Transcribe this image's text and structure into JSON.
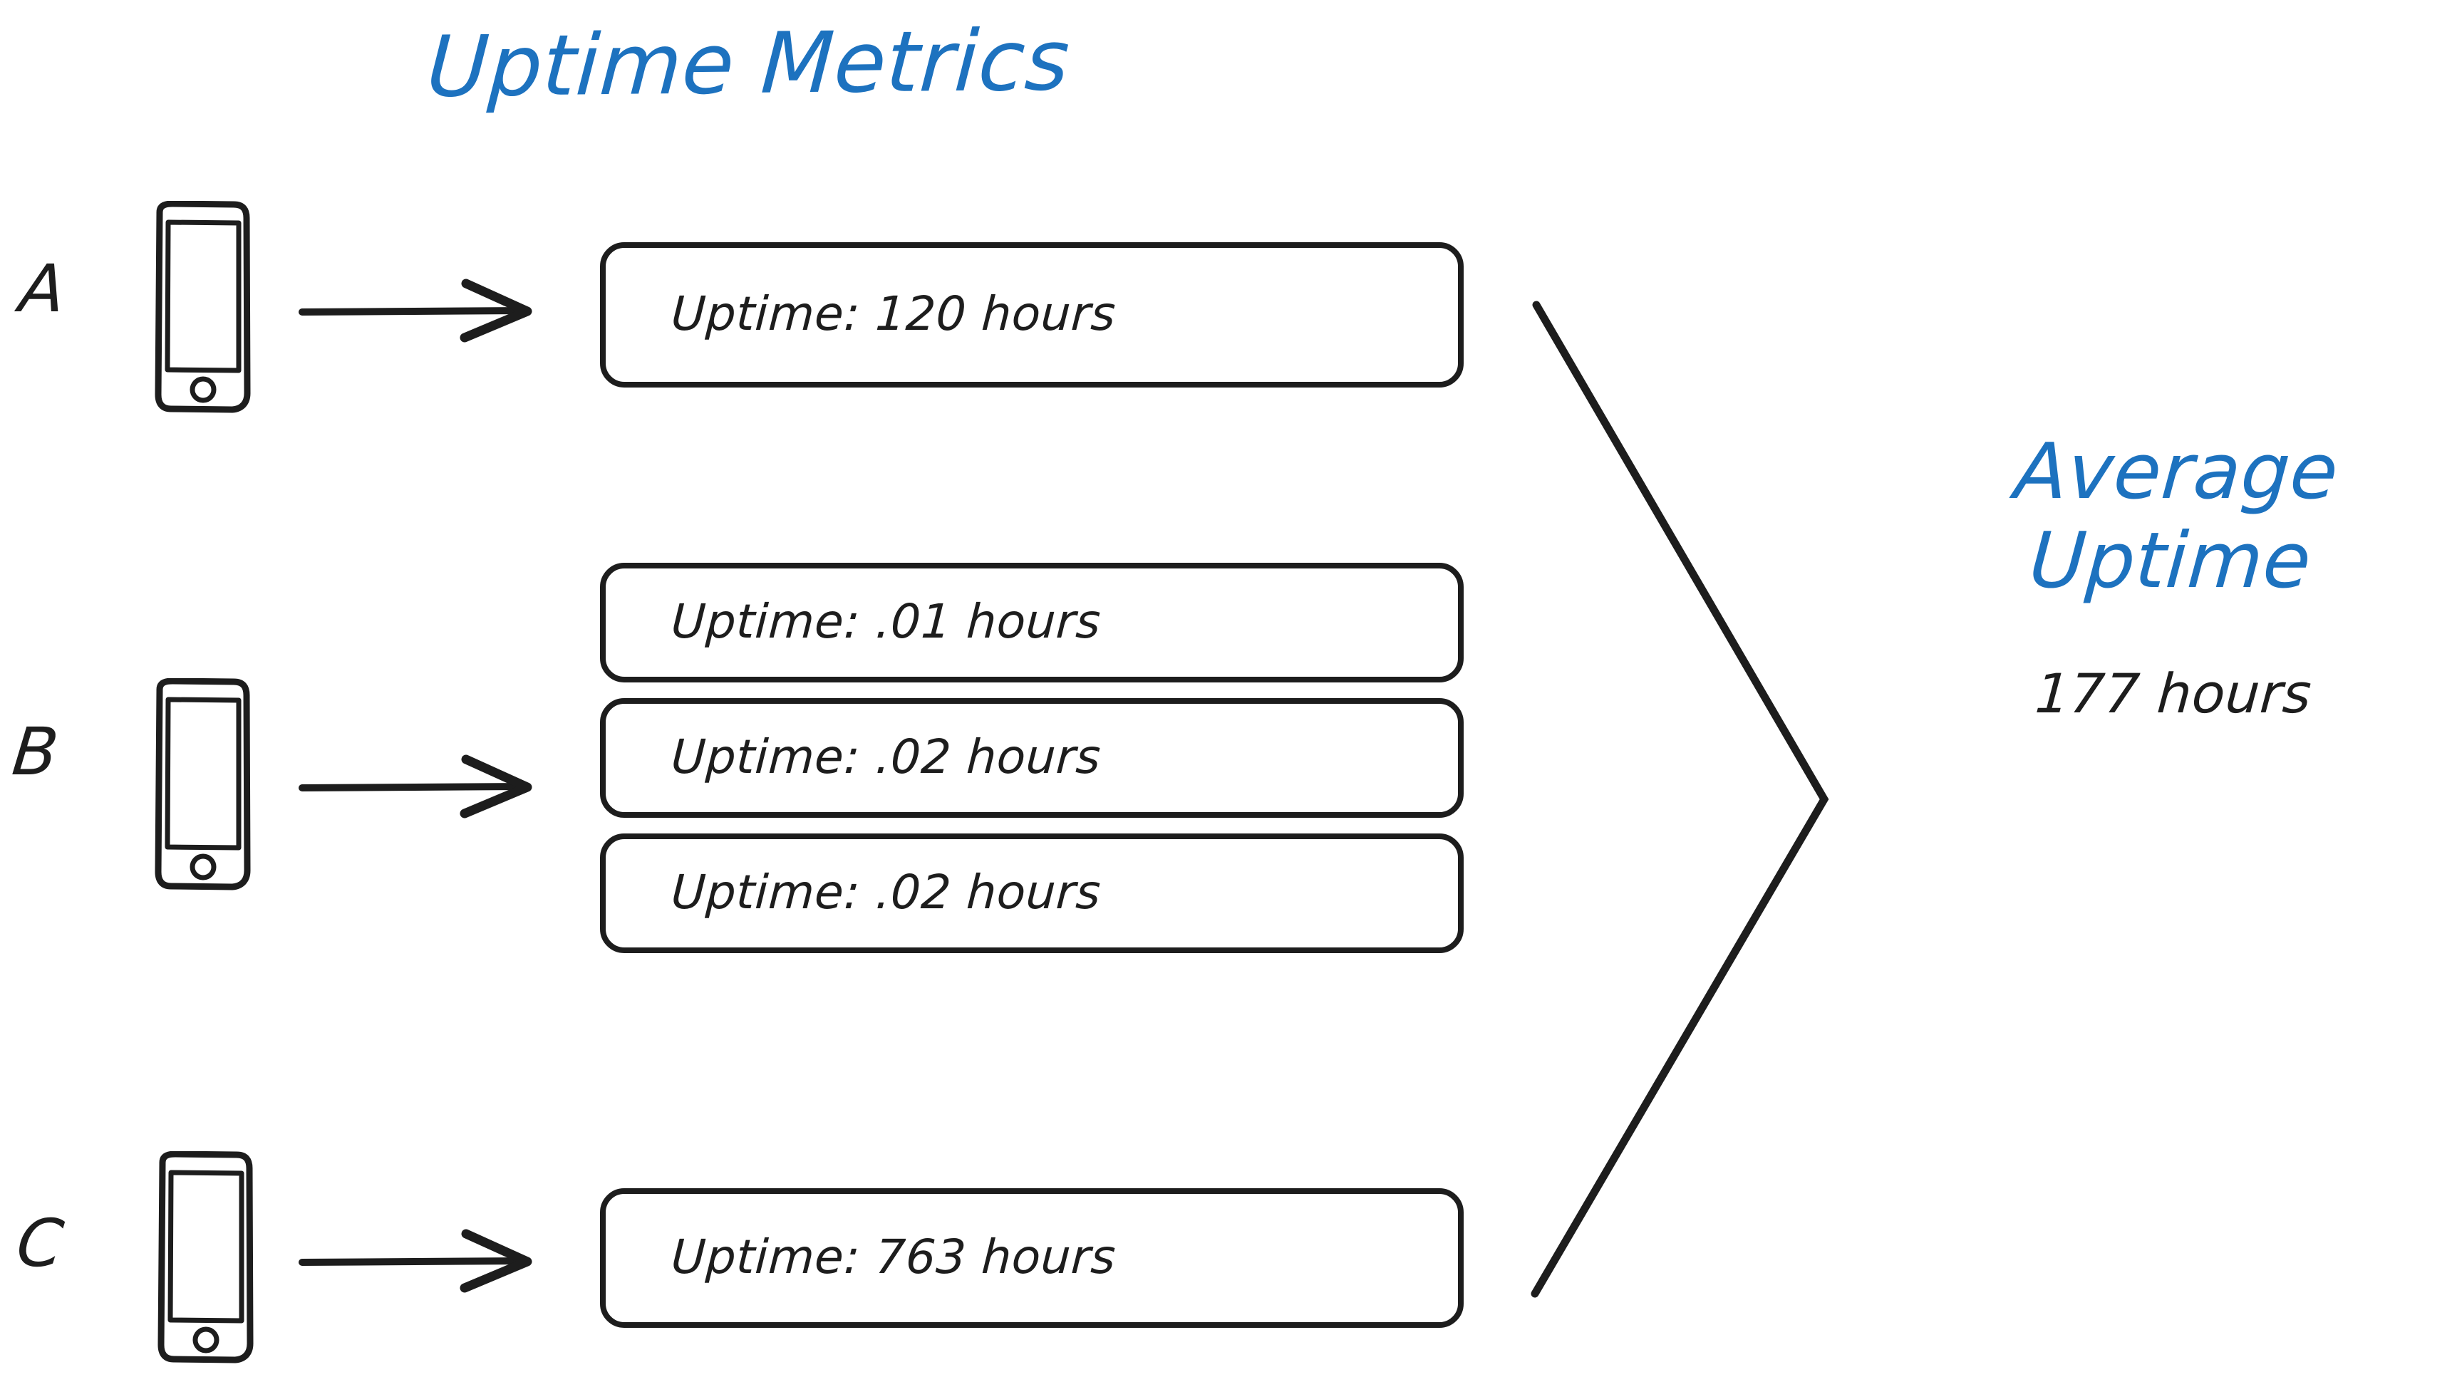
{
  "title": "Uptime Metrics",
  "colors": {
    "accent_blue": "#1d72bf",
    "ink_black": "#1d1d1d",
    "background": "#ffffff"
  },
  "devices": [
    {
      "label": "A",
      "icon": "mobile-phone-icon",
      "arrow": "arrow-right-icon",
      "metrics": [
        {
          "text": "Uptime: 120 hours",
          "value": 120,
          "unit": "hours"
        }
      ]
    },
    {
      "label": "B",
      "icon": "mobile-phone-icon",
      "arrow": "arrow-right-icon",
      "metrics": [
        {
          "text": "Uptime: .01 hours",
          "value": 0.01,
          "unit": "hours"
        },
        {
          "text": "Uptime: .02 hours",
          "value": 0.02,
          "unit": "hours"
        },
        {
          "text": "Uptime: .02 hours",
          "value": 0.02,
          "unit": "hours"
        }
      ]
    },
    {
      "label": "C",
      "icon": "mobile-phone-icon",
      "arrow": "arrow-right-icon",
      "metrics": [
        {
          "text": "Uptime: 763 hours",
          "value": 763,
          "unit": "hours"
        }
      ]
    }
  ],
  "result": {
    "title_line1": "Average",
    "title_line2": "Uptime",
    "value": "177 hours"
  },
  "bracket": {
    "icon": "converging-bracket-icon"
  }
}
